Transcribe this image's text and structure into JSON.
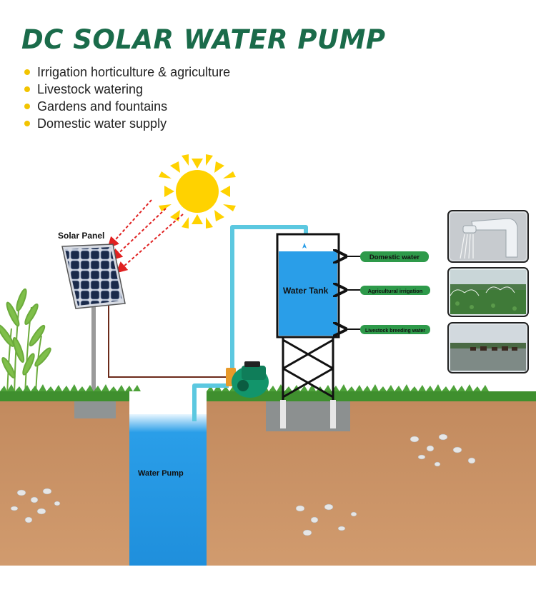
{
  "title": "DC SOLAR WATER PUMP",
  "features": [
    "Irrigation horticulture & agriculture",
    "Livestock watering",
    "Gardens and fountains",
    "Domestic water supply"
  ],
  "labels": {
    "solar_panel": "Solar Panel",
    "water_tank": "Water Tank",
    "water_pump": "Water Pump"
  },
  "uses": [
    {
      "label": "Domestic water",
      "image": "faucet-photo"
    },
    {
      "label": "Agricultural irrigation",
      "image": "sprinkler-field-photo"
    },
    {
      "label": "Livestock breeding water",
      "image": "cattle-pond-photo"
    }
  ],
  "colors": {
    "title": "#1a6b4a",
    "bullet": "#f2c400",
    "sun": "#ffd200",
    "water": "#2a9ee8",
    "pipe": "#5cc8e0",
    "soil": "#c98f63",
    "grass": "#3f8f2e",
    "tag": "#2e9a4a",
    "wire": "#6b2a1a",
    "sun_ray_arrow": "#e02020"
  }
}
